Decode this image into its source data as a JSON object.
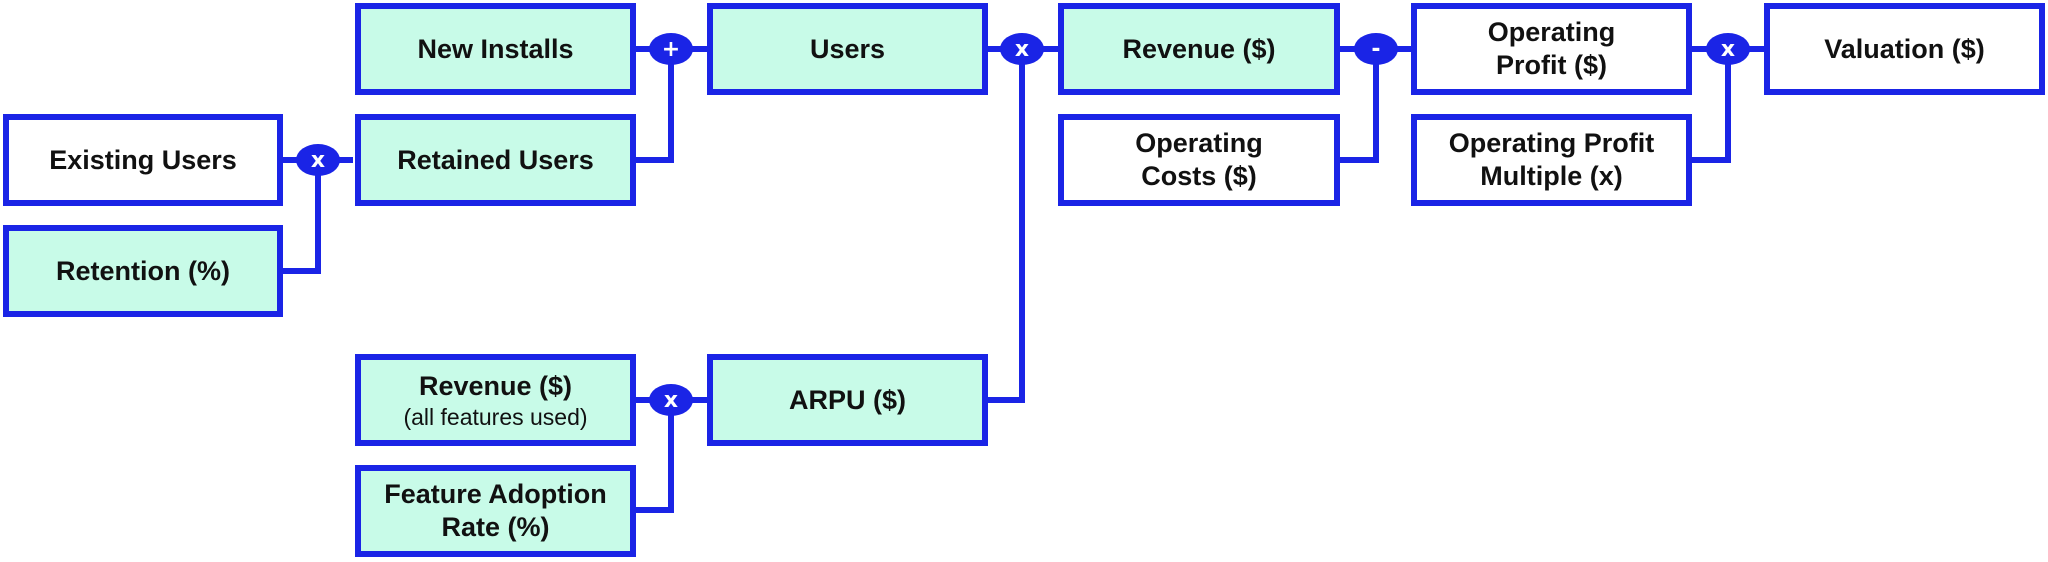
{
  "colors": {
    "border": "#1a24e6",
    "fill": "#c8fbe8",
    "plain": "#ffffff",
    "operator": "#1a24e6"
  },
  "boxes": {
    "existing_users": {
      "label": "Existing Users"
    },
    "retention": {
      "label": "Retention (%)"
    },
    "new_installs": {
      "label": "New Installs"
    },
    "retained_users": {
      "label": "Retained Users"
    },
    "users": {
      "label": "Users"
    },
    "revenue_all_features": {
      "label": "Revenue ($)",
      "sub": "(all features used)"
    },
    "feature_adoption": {
      "label": "Feature Adoption Rate (%)"
    },
    "arpu": {
      "label": "ARPU ($)"
    },
    "revenue": {
      "label": "Revenue ($)"
    },
    "operating_costs": {
      "label": "Operating Costs ($)"
    },
    "operating_profit": {
      "label": "Operating Profit ($)"
    },
    "profit_multiple": {
      "label": "Operating Profit Multiple (x)"
    },
    "valuation": {
      "label": "Valuation ($)"
    }
  },
  "operators": {
    "retention_multiply": "x",
    "users_add": "+",
    "arpu_multiply": "x",
    "revenue_multiply": "x",
    "profit_subtract": "-",
    "valuation_multiply": "x"
  }
}
